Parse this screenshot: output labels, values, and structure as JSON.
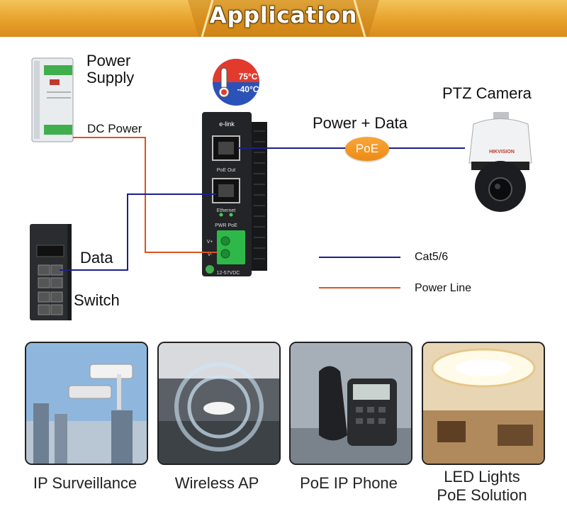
{
  "banner": {
    "title": "Application"
  },
  "diagram": {
    "power_supply_label": "Power\nSupply",
    "dc_power_label": "DC Power",
    "power_data_label": "Power + Data",
    "poe_badge": "PoE",
    "ptz_camera_label": "PTZ Camera",
    "data_label": "Data",
    "switch_label": "Switch",
    "temp_high": "75°C",
    "temp_low": "-40°C",
    "device": {
      "brand": "e-link",
      "port1": "PoE Out",
      "port2": "Ethernet",
      "leds": "PWR PoE",
      "vplus": "V+",
      "vminus": "V-",
      "voltage": "12-57VDC"
    },
    "camera_brand": "HIKVISION"
  },
  "legend": {
    "items": [
      {
        "label": "Cat5/6",
        "color": "#1a1f8c"
      },
      {
        "label": "Power Line",
        "color": "#e0521b"
      }
    ]
  },
  "applications": [
    {
      "label": "IP Surveillance"
    },
    {
      "label": "Wireless AP"
    },
    {
      "label": "PoE IP Phone"
    },
    {
      "label": "LED Lights\nPoE Solution"
    }
  ]
}
